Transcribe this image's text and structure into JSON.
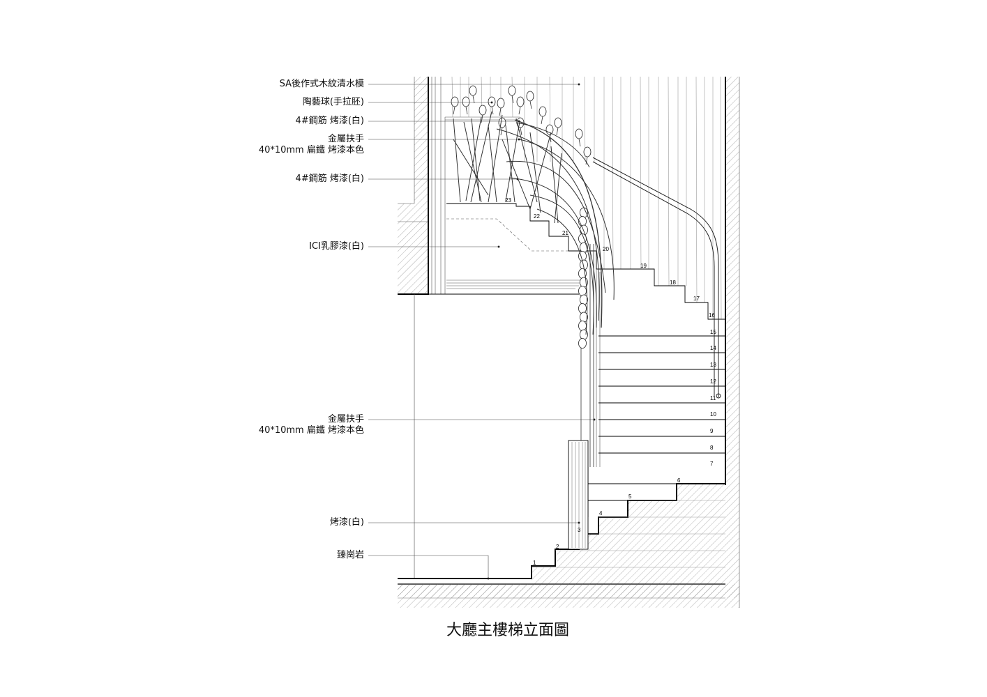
{
  "title": "大廳主樓梯立面圖",
  "labels": {
    "l1": "SA後作式木紋清水模",
    "l2": "陶藝球(手拉胚)",
    "l3": "4#鋼筋 烤漆(白)",
    "l4a": "金屬扶手",
    "l4b": "40*10mm 扁鐵 烤漆本色",
    "l5": "4#鋼筋 烤漆(白)",
    "l6": "ICI乳膠漆(白)",
    "l7a": "金屬扶手",
    "l7b": "40*10mm 扁鐵 烤漆本色",
    "l8": "烤漆(白)",
    "l9": "臻崗岩"
  },
  "step_numbers": [
    "1",
    "2",
    "3",
    "4",
    "5",
    "6",
    "7",
    "8",
    "9",
    "10",
    "11",
    "12",
    "13",
    "14",
    "15",
    "16",
    "17",
    "18",
    "19",
    "20",
    "21",
    "22",
    "23"
  ]
}
